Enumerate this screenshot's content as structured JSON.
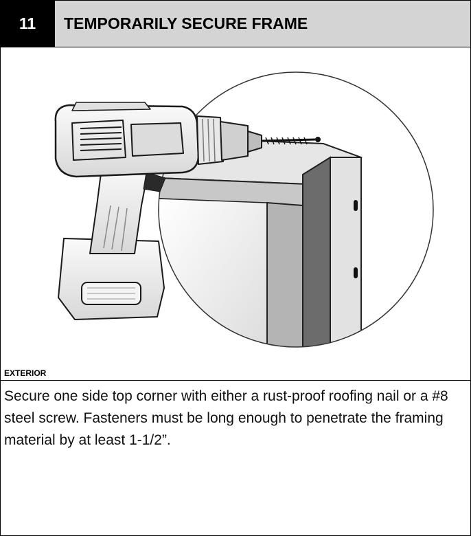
{
  "step": {
    "number": "11",
    "title": "TEMPORARILY SECURE FRAME"
  },
  "illustration": {
    "label": "EXTERIOR",
    "icon": "drill-securing-frame-corner"
  },
  "instructions": {
    "text": "Secure one side top corner with either a rust-proof roofing nail or a #8 steel screw.  Fasteners must be long enough to penetrate the framing material by at least 1-1/2”."
  },
  "colors": {
    "header_background": "#d4d4d4",
    "step_number_background": "#000000"
  }
}
